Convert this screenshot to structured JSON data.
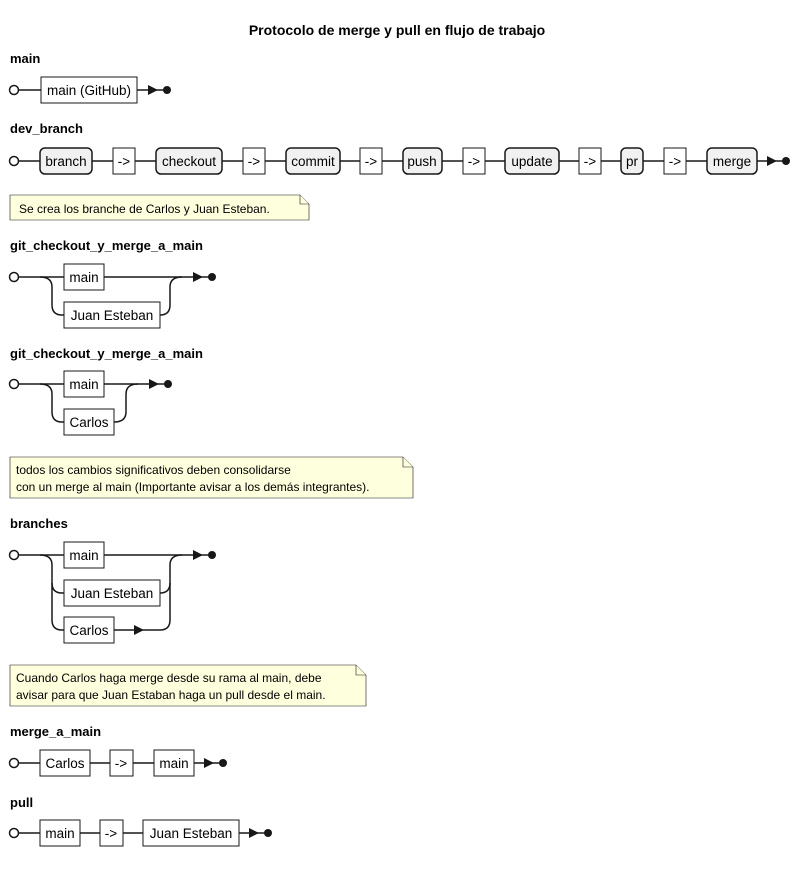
{
  "title": "Protocolo de merge y pull en flujo de trabajo",
  "sections": {
    "main": {
      "name": "main",
      "nodes": [
        "main (GitHub)"
      ]
    },
    "dev_branch": {
      "name": "dev_branch",
      "nodes": [
        "branch",
        "->",
        "checkout",
        "->",
        "commit",
        "->",
        "push",
        "->",
        "update",
        "->",
        "pr",
        "->",
        "merge"
      ]
    },
    "git_checkout_juan": {
      "name": "git_checkout_y_merge_a_main",
      "choices": [
        "main",
        "Juan Esteban"
      ]
    },
    "git_checkout_carlos": {
      "name": "git_checkout_y_merge_a_main",
      "choices": [
        "main",
        "Carlos"
      ]
    },
    "branches": {
      "name": "branches",
      "choices": [
        "main",
        "Juan Esteban",
        "Carlos"
      ]
    },
    "merge_a_main": {
      "name": "merge_a_main",
      "nodes": [
        "Carlos",
        "->",
        "main"
      ]
    },
    "pull": {
      "name": "pull",
      "nodes": [
        "main",
        "->",
        "Juan Esteban"
      ]
    }
  },
  "notes": {
    "note1": [
      "Se crea los branche de Carlos y Juan Esteban."
    ],
    "note2": [
      "todos los cambios significativos deben consolidarse",
      "con un merge al main (Importante avisar a los demás integrantes)."
    ],
    "note3": [
      "Cuando Carlos haga merge desde su rama al main, debe",
      "avisar para que Juan Estaban haga un pull desde el main."
    ]
  },
  "colors": {
    "line": "#181818",
    "nonterminal_fill": "#F1F1F1",
    "note_fill": "#FEFFDD"
  }
}
